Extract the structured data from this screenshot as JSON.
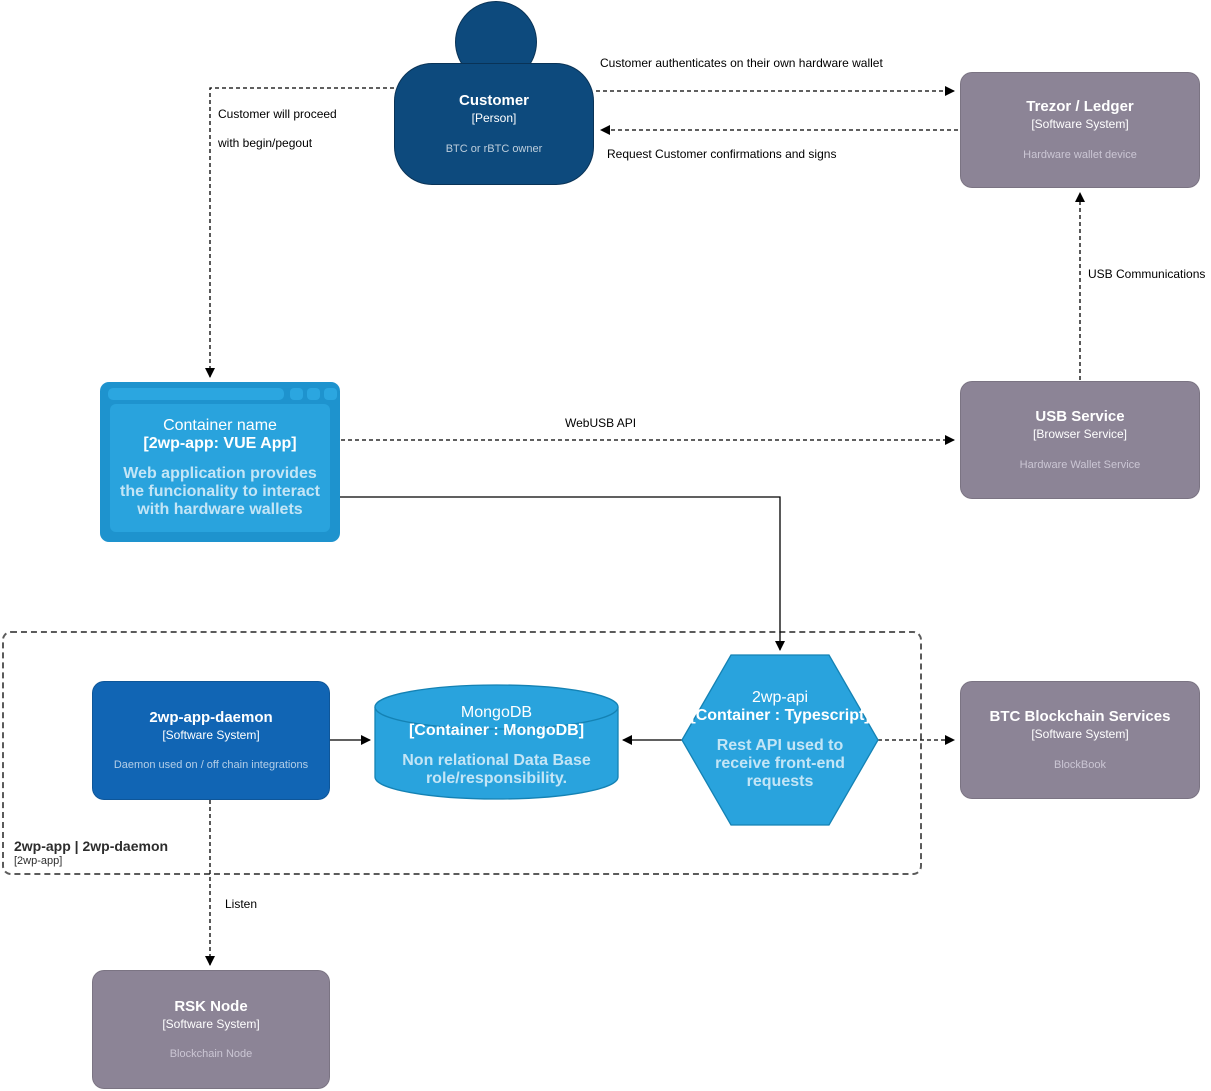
{
  "nodes": {
    "customer": {
      "title": "Customer",
      "subtitle": "[Person]",
      "description": "BTC or rBTC owner"
    },
    "trezor": {
      "title": "Trezor / Ledger",
      "subtitle": "[Software System]",
      "description": "Hardware wallet device"
    },
    "webapp": {
      "title": "Container name",
      "subtitle": "[2wp-app: VUE App]",
      "description": "Web application provides the funcionality to interact with hardware wallets"
    },
    "usb_service": {
      "title": "USB Service",
      "subtitle": "[Browser Service]",
      "description": "Hardware Wallet Service"
    },
    "daemon": {
      "title": "2wp-app-daemon",
      "subtitle": "[Software System]",
      "description": "Daemon used on / off chain integrations"
    },
    "mongodb": {
      "title": "MongoDB",
      "subtitle": "[Container : MongoDB]",
      "description": "Non relational Data Base role/responsibility."
    },
    "api": {
      "title": "2wp-api",
      "subtitle": "[Container : Typescript]",
      "description": "Rest API used to receive front-end requests"
    },
    "btc": {
      "title": "BTC Blockchain Services",
      "subtitle": "[Software System]",
      "description": "BlockBook"
    },
    "rsk": {
      "title": "RSK Node",
      "subtitle": "[Software System]",
      "description": "Blockchain Node"
    }
  },
  "boundary": {
    "title": "2wp-app | 2wp-daemon",
    "subtitle": "[2wp-app]"
  },
  "edge_labels": {
    "customer_to_trezor": "Customer authenticates on their own hardware wallet",
    "trezor_to_customer": "Request Customer confirmations and signs",
    "customer_to_webapp_line1": "Customer will proceed",
    "customer_to_webapp_line2": "with begin/pegout",
    "usb_to_trezor": "USB Communications",
    "webapp_to_usb": "WebUSB API",
    "daemon_to_rsk": "Listen"
  },
  "colors": {
    "person_fill": "#0D4A7D",
    "external_system_fill": "#8C8496",
    "container_fill": "#29A3DD",
    "software_system_fill": "#1165B4",
    "edge_line": "#000000"
  }
}
